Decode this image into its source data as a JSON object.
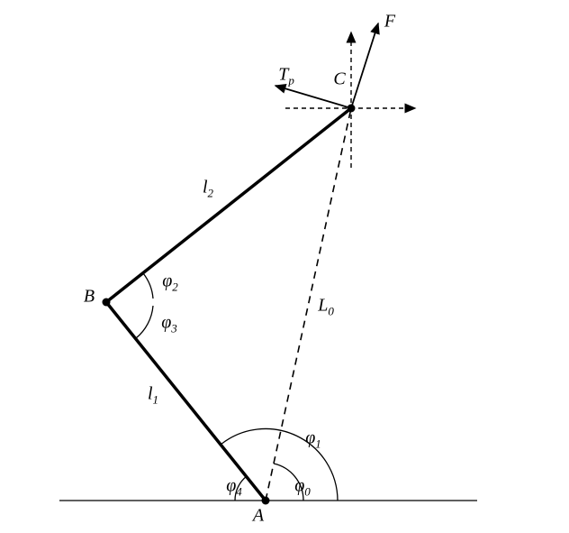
{
  "colors": {
    "stroke": "#000000",
    "background": "#ffffff"
  },
  "labels": {
    "A": {
      "base": "A",
      "sub": ""
    },
    "B": {
      "base": "B",
      "sub": ""
    },
    "C": {
      "base": "C",
      "sub": ""
    },
    "l1": {
      "base": "l",
      "sub": "1"
    },
    "l2": {
      "base": "l",
      "sub": "2"
    },
    "L0": {
      "base": "L",
      "sub": "0"
    },
    "F": {
      "base": "F",
      "sub": ""
    },
    "Tp": {
      "base": "T",
      "sub": "p"
    },
    "phi0": {
      "base": "φ",
      "sub": "0"
    },
    "phi1": {
      "base": "φ",
      "sub": "1"
    },
    "phi2": {
      "base": "φ",
      "sub": "2"
    },
    "phi3": {
      "base": "φ",
      "sub": "3"
    },
    "phi4": {
      "base": "φ",
      "sub": "4"
    }
  }
}
